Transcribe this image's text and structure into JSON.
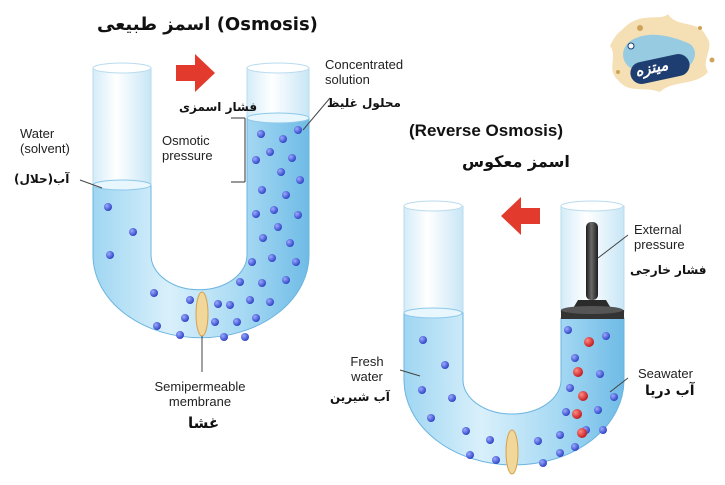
{
  "titles": {
    "osmosis": "اسمز طبیعی (Osmosis)",
    "reverse_en": "(Reverse Osmosis)",
    "reverse_fa": "اسمز معکوس"
  },
  "labels": {
    "concentrated_en": [
      "Concentrated",
      "solution"
    ],
    "concentrated_fa": "محلول غلیظ",
    "osmotic_pressure_fa": "فشار اسمزی",
    "osmotic_pressure_en": [
      "Osmotic",
      "pressure"
    ],
    "water_en": [
      "Water",
      "(solvent)"
    ],
    "water_fa": "آب(حلال)",
    "membrane_en": [
      "Semipermeable",
      "membrane"
    ],
    "membrane_fa": "غشا",
    "external_en": [
      "External",
      "pressure"
    ],
    "external_fa": "فشار خارجی",
    "fresh_en": [
      "Fresh",
      "water"
    ],
    "fresh_fa": "آب شیرین",
    "seawater_en": "Seawater",
    "seawater_fa": "آب دریا"
  },
  "logo": {
    "text": "میتزه"
  },
  "colors": {
    "water_light": "#d6eefb",
    "water_mid": "#8ccdf0",
    "water_dark": "#4aa3d8",
    "dot_blue": "#3d55d6",
    "dot_red": "#e0262a",
    "arrow_red": "#e23a2c",
    "tube_glass": "#eef7fc"
  },
  "icons": [
    "flow-arrow-icon",
    "piston-icon",
    "splash-logo-icon"
  ]
}
